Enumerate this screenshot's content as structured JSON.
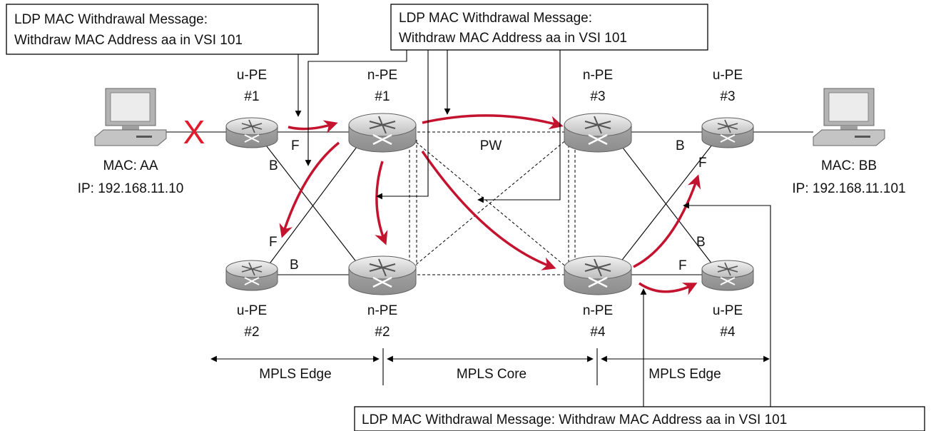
{
  "messages": {
    "top_left": [
      "LDP MAC Withdrawal Message:",
      "Withdraw MAC Address aa in VSI 101"
    ],
    "top_center": [
      "LDP MAC Withdrawal Message:",
      "Withdraw MAC Address aa in VSI 101"
    ],
    "bottom": "LDP MAC Withdrawal Message: Withdraw MAC Address aa in VSI 101"
  },
  "routers": {
    "upe1": [
      "u-PE",
      "#1"
    ],
    "npe1": [
      "n-PE",
      "#1"
    ],
    "npe3": [
      "n-PE",
      "#3"
    ],
    "upe3": [
      "u-PE",
      "#3"
    ],
    "upe2": [
      "u-PE",
      "#2"
    ],
    "npe2": [
      "n-PE",
      "#2"
    ],
    "npe4": [
      "n-PE",
      "#4"
    ],
    "upe4": [
      "u-PE",
      "#4"
    ]
  },
  "hosts": {
    "left": {
      "mac": "MAC: AA",
      "ip": "IP: 192.168.11.10"
    },
    "right": {
      "mac": "MAC: BB",
      "ip": "IP: 192.168.11.101"
    }
  },
  "link_labels": {
    "f": "F",
    "b": "B",
    "pw": "PW",
    "failure": "X"
  },
  "zones": {
    "edge_left": "MPLS Edge",
    "core": "MPLS Core",
    "edge_right": "MPLS Edge"
  },
  "colors": {
    "flow_arrow": "#c4132f",
    "failure_mark": "#e01b2b",
    "router_body": "#b9b9b9"
  },
  "icons": {
    "host": "workstation-icon",
    "router": "router-icon",
    "failure": "link-failure-icon"
  }
}
